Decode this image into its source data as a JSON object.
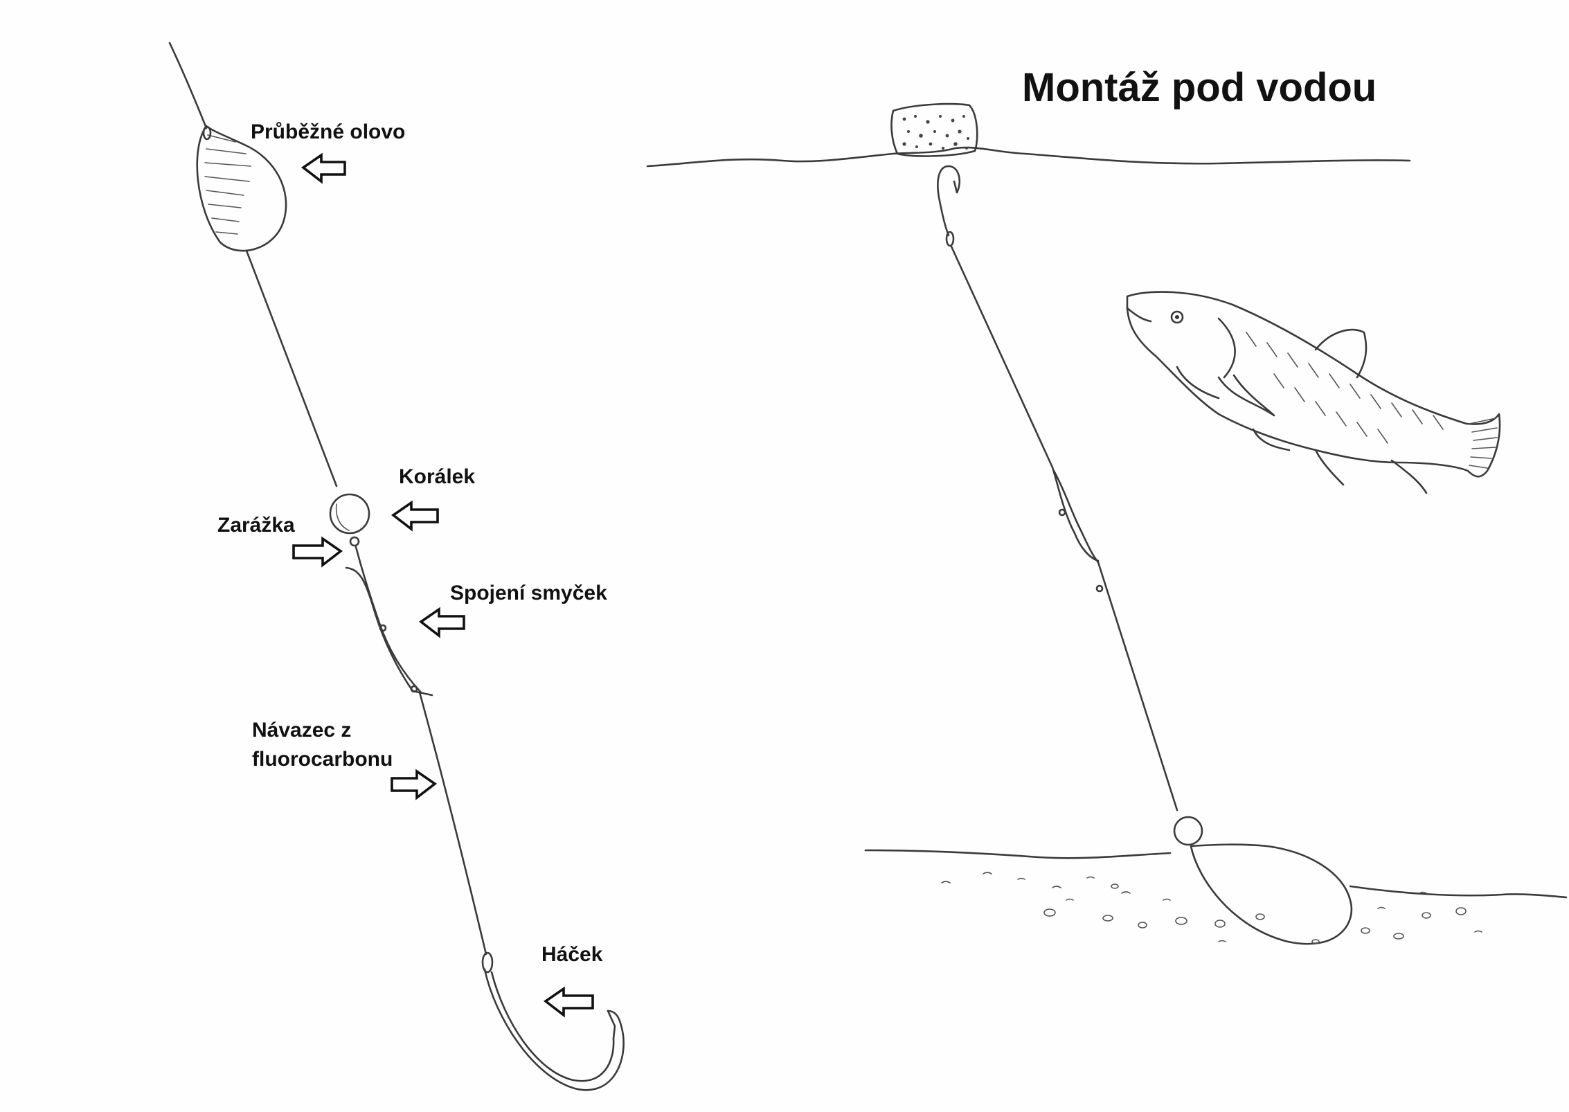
{
  "title": "Montáž pod vodou",
  "labels": {
    "sinker": "Průběžné olovo",
    "bead": "Korálek",
    "stopper": "Zarážka",
    "loop_connection": "Spojení smyček",
    "leader_line1": "Návazec z",
    "leader_line2": "fluorocarbonu",
    "hook": "Háček"
  }
}
